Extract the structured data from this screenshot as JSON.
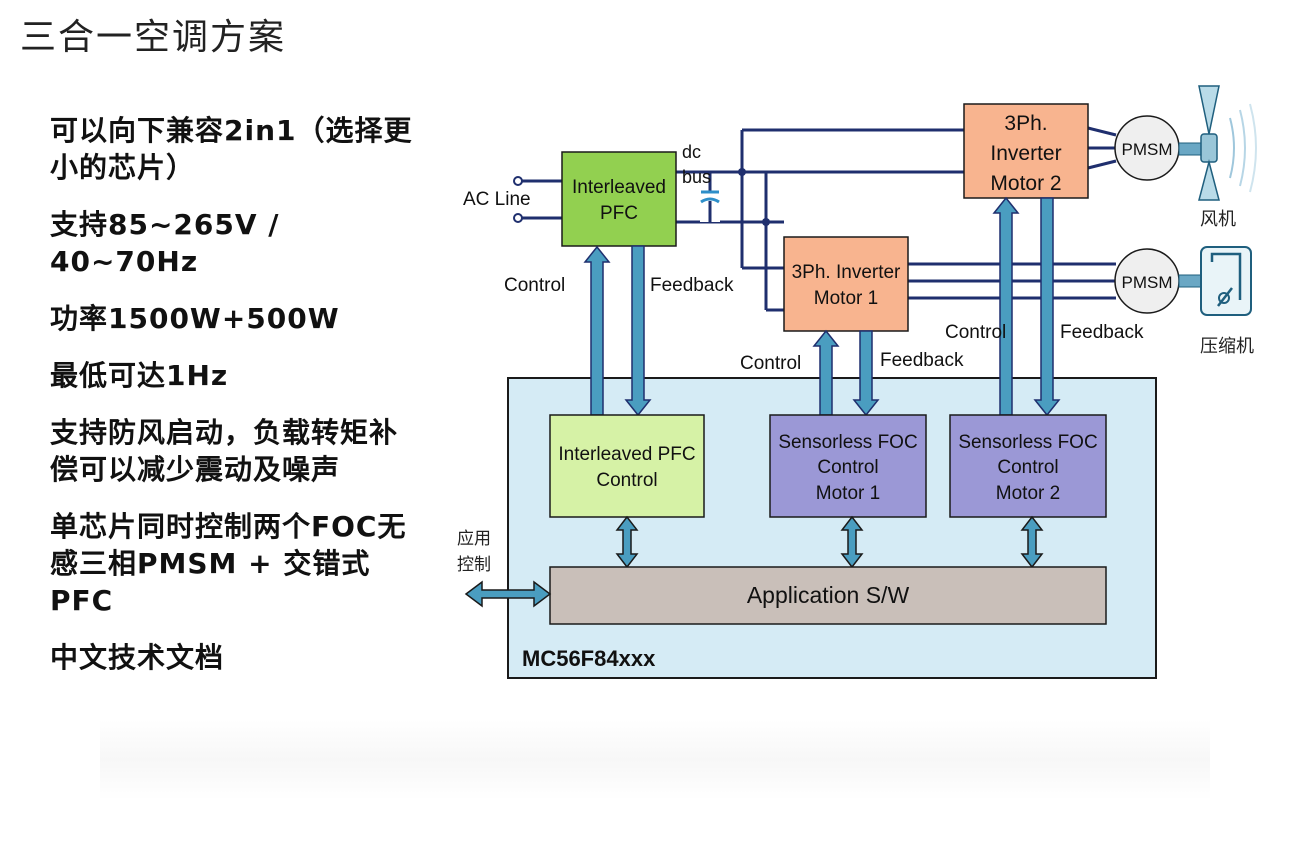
{
  "title": "三合一空调方案",
  "bullets": [
    "可以向下兼容2in1（选择更小的芯片）",
    "支持85~265V / 40~70Hz",
    "功率1500W+500W",
    "最低可达1Hz",
    "支持防风启动，负载转矩补偿可以减少震动及噪声",
    "单芯片同时控制两个FOC无感三相PMSM + 交错式PFC",
    "中文技术文档"
  ],
  "diagram": {
    "ac_line": "AC Line",
    "dc_bus": [
      "dc",
      "bus"
    ],
    "pfc_block": [
      "Interleaved",
      "PFC"
    ],
    "inverter2": [
      "3Ph.",
      "Inverter",
      "Motor 2"
    ],
    "inverter1": [
      "3Ph. Inverter",
      "Motor 1"
    ],
    "pmsm": "PMSM",
    "fan_label": "风机",
    "compressor_label": "压缩机",
    "control": "Control",
    "feedback": "Feedback",
    "pfc_control": [
      "Interleaved PFC",
      "Control"
    ],
    "foc1": [
      "Sensorless FOC",
      "Control",
      "Motor 1"
    ],
    "foc2": [
      "Sensorless FOC",
      "Control",
      "Motor 2"
    ],
    "app_control": [
      "应用",
      "控制"
    ],
    "application": "Application S/W",
    "chip": "MC56F84xxx"
  },
  "colors": {
    "pfc_green": "#92d050",
    "pfc_control_green": "#d6f2a6",
    "inverter_orange": "#f8b48f",
    "foc_purple": "#9b98d6",
    "app_gray": "#c9bfb9",
    "chip_blue": "#d5ebf5",
    "arrow_blue": "#4a9dc0",
    "wire_navy": "#1f2f6e"
  }
}
